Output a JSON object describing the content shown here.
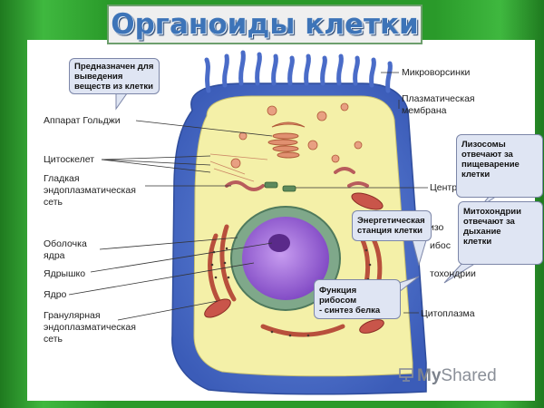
{
  "title": "Органоиды клетки",
  "labels": {
    "golgi": "Аппарат Гольджи",
    "cytoskeleton": "Цитоскелет",
    "smooth_er_1": "Гладкая",
    "smooth_er_2": "эндоплазматическая",
    "smooth_er_3": "сеть",
    "nuclear_envelope_1": "Оболочка",
    "nuclear_envelope_2": "ядра",
    "nucleolus": "Ядрышко",
    "nucleus": "Ядро",
    "rough_er_1": "Гранулярная",
    "rough_er_2": "эндоплазматическая",
    "rough_er_3": "сеть",
    "microvilli": "Микроворсинки",
    "membrane_1": "Плазматическая",
    "membrane_2": "мембрана",
    "centriole": "Центр",
    "lysosome_part": "изо",
    "ribosome_part": "ибос",
    "mitochondria_part": "тохондрии",
    "cytoplasm": "Цитоплазма"
  },
  "callouts": {
    "golgi_function": [
      "Предназначен для",
      "выведения",
      "веществ из клетки"
    ],
    "lysosomes": [
      "Лизосомы",
      "отвечают за",
      "пищеварение",
      "клетки"
    ],
    "energy": [
      "Энергетическая",
      "станция клетки"
    ],
    "mitochondria": [
      "Митохондрии",
      "отвечают за",
      "дыхание",
      "клетки"
    ],
    "ribosomes": [
      "Функция рибосом",
      "- синтез белка"
    ]
  },
  "brand": {
    "my": "My",
    "shared": "Shared"
  },
  "colors": {
    "background_green": "#2a9a2a",
    "membrane_blue": "#5577cc",
    "cytoplasm_yellow": "#f4f0a8",
    "nucleus_purple": "#9a5fd0",
    "callout_fill": "#dfe5f3",
    "title_text": "#3d74b8"
  }
}
